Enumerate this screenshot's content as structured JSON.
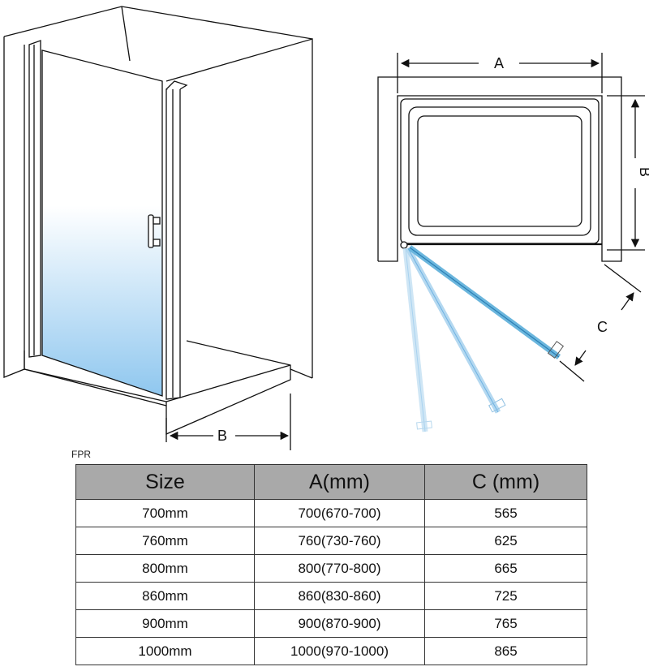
{
  "drawing": {
    "label_a": "A",
    "label_b_plan": "B",
    "label_c": "C",
    "label_b_perspective": "B",
    "glass_color": "#6bb6dd",
    "glass_fade_color": "#ffffff"
  },
  "table": {
    "model_label": "FPR",
    "header_color": "#a9a9a9",
    "headers": [
      "Size",
      "A(mm)",
      "C (mm)"
    ],
    "rows": [
      {
        "size": "700mm",
        "a": "700(670-700)",
        "c": "565"
      },
      {
        "size": "760mm",
        "a": "760(730-760)",
        "c": "625"
      },
      {
        "size": "800mm",
        "a": "800(770-800)",
        "c": "665"
      },
      {
        "size": "860mm",
        "a": "860(830-860)",
        "c": "725"
      },
      {
        "size": "900mm",
        "a": "900(870-900)",
        "c": "765"
      },
      {
        "size": "1000mm",
        "a": "1000(970-1000)",
        "c": "865"
      }
    ]
  }
}
